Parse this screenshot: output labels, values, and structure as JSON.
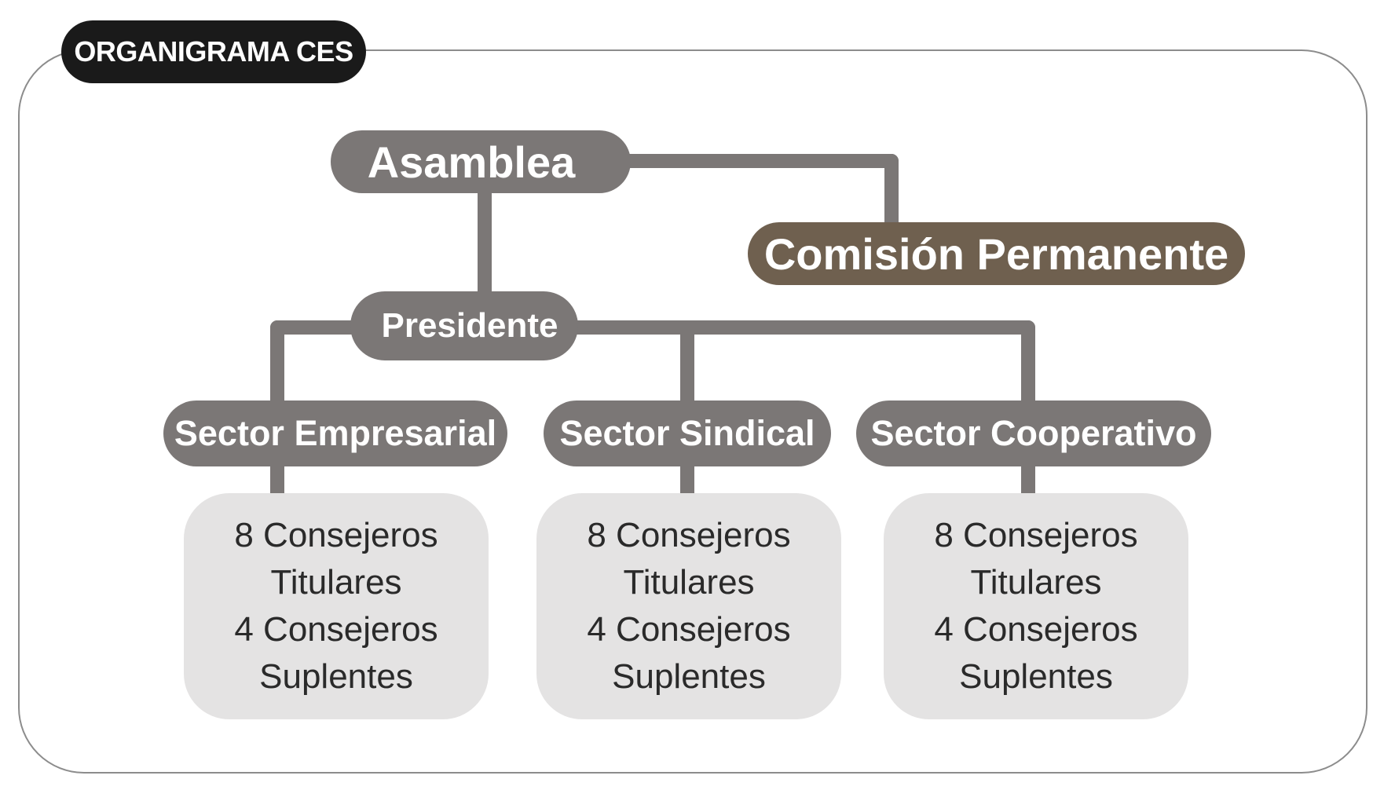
{
  "title": "ORGANIGRAMA CES",
  "nodes": {
    "asamblea": "Asamblea",
    "comision_permanente": "Comisión Permanente",
    "presidente": "Presidente",
    "sectors": [
      {
        "label": "Sector Empresarial",
        "members": [
          "8 Consejeros",
          "Titulares",
          "4 Consejeros",
          "Suplentes"
        ]
      },
      {
        "label": "Sector Sindical",
        "members": [
          "8 Consejeros",
          "Titulares",
          "4 Consejeros",
          "Suplentes"
        ]
      },
      {
        "label": "Sector Cooperativo",
        "members": [
          "8 Consejeros",
          "Titulares",
          "4 Consejeros",
          "Suplentes"
        ]
      }
    ]
  },
  "colors": {
    "node_grey": "#7b7776",
    "node_brown": "#6f604f",
    "member_box": "#e4e3e3",
    "title_pill": "#1a1a1a",
    "frame_border": "#8c8c8c",
    "connector": "#7b7776"
  }
}
